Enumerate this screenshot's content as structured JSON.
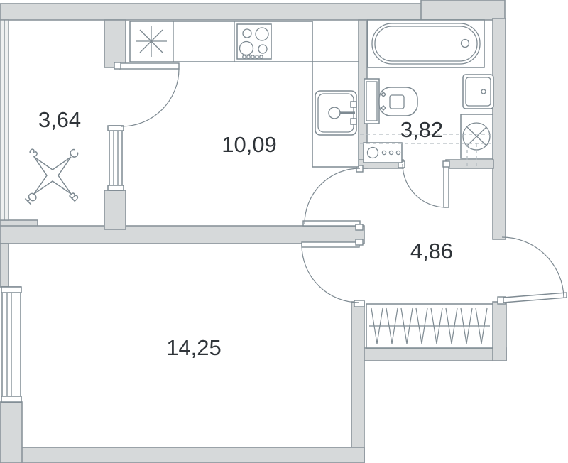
{
  "plan": {
    "title": "one-room apartment floor plan",
    "rooms": {
      "balcony": {
        "area": "3,64"
      },
      "kitchen": {
        "area": "10,09"
      },
      "bathroom": {
        "area": "3,82"
      },
      "hallway": {
        "area": "4,86"
      },
      "living_room": {
        "area": "14,25"
      }
    },
    "compass": {
      "west": "З",
      "north": "С",
      "south": "Ю",
      "east": "В"
    },
    "fixtures": [
      "vent-asterisk",
      "stove",
      "kitchen-sink",
      "bathtub",
      "wash-basin",
      "washing-machine",
      "toilet",
      "meter-unit",
      "wardrobe"
    ],
    "colors": {
      "background": "#ffffff",
      "wall_fill": "#d6d9da",
      "wall_stroke": "#8a949b",
      "fixture_stroke": "#7e8a92",
      "dashed_line": "#b4bcc1",
      "label_color": "#2f3439"
    }
  }
}
